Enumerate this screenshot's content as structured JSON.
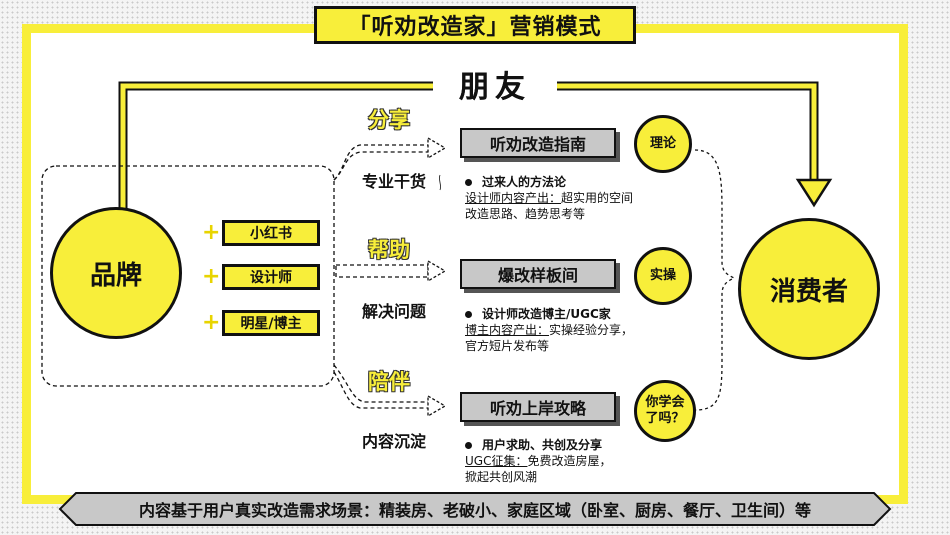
{
  "title": "「听劝改造家」营销模式",
  "friend_label": "朋友",
  "brand": "品牌",
  "consumer": "消费者",
  "platforms": [
    "小红书",
    "设计师",
    "明星/博主"
  ],
  "plus_symbol": "+",
  "rows": [
    {
      "verb": "分享",
      "category": "专业干货",
      "banner": "听劝改造指南",
      "badge": "理论",
      "bullet": "过来人的方法论",
      "desc_prefix": "设计师内容产出：",
      "desc_rest": "超实用的空间",
      "desc_line2": "改造思路、趋势思考等"
    },
    {
      "verb": "帮助",
      "category": "解决问题",
      "banner": "爆改样板间",
      "badge": "实操",
      "bullet": "设计师改造博主/UGC家",
      "desc_prefix": "博主内容产出：",
      "desc_rest": "实操经验分享，",
      "desc_line2": "官方短片发布等"
    },
    {
      "verb": "陪伴",
      "category": "内容沉淀",
      "banner": "听劝上岸攻略",
      "badge": "你学会了吗？",
      "bullet": "用户求助、共创及分享",
      "desc_prefix": "UGC征集：",
      "desc_rest": "免费改造房屋，",
      "desc_line2": "掀起共创风潮"
    }
  ],
  "footer": "内容基于用户真实改造需求场景：精装房、老破小、家庭区域（卧室、厨房、餐厅、卫生间）等",
  "colors": {
    "accent_yellow": "#f8ee3a",
    "banner_gray": "#c8c8c8",
    "ink": "#111111"
  }
}
